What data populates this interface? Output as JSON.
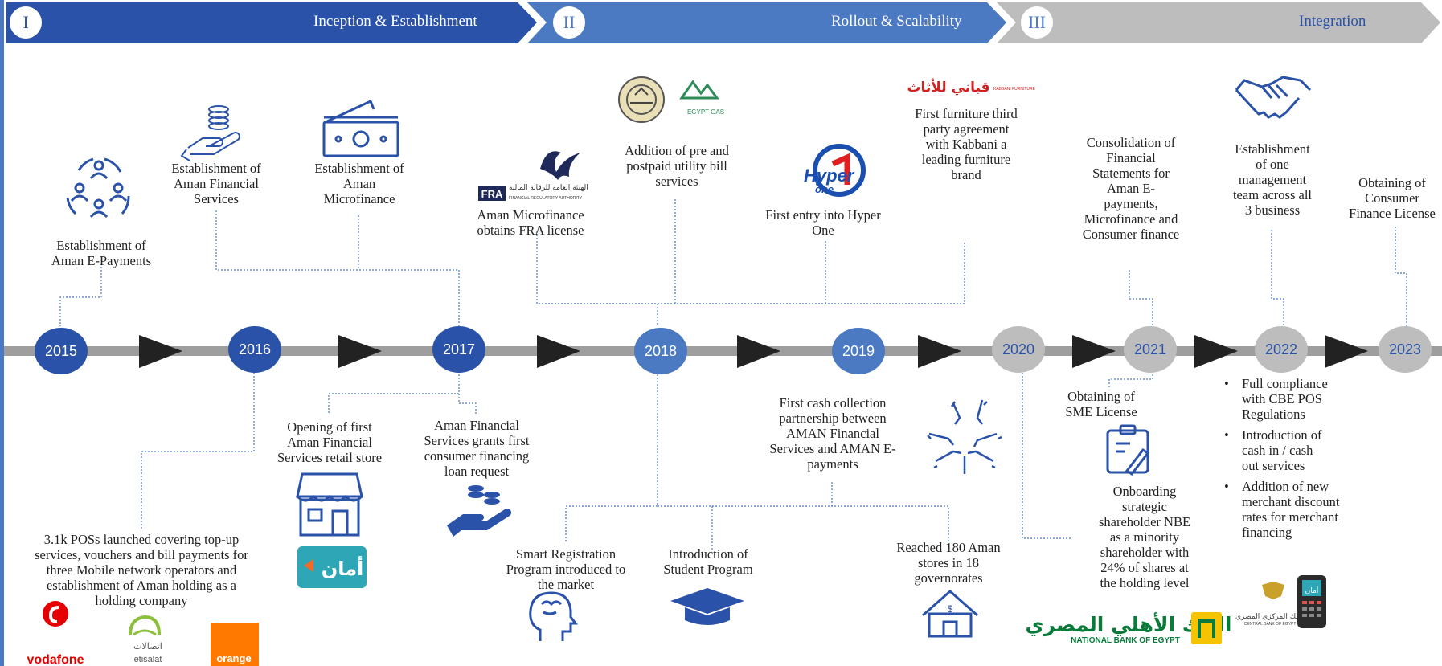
{
  "phases": [
    {
      "num": "I",
      "label": "Inception & Establishment",
      "color": "#2a52a9"
    },
    {
      "num": "II",
      "label": "Rollout & Scalability",
      "color": "#4b79c2"
    },
    {
      "num": "III",
      "label": "Integration",
      "color": "#bdbdbd"
    }
  ],
  "years": [
    "2015",
    "2016",
    "2017",
    "2018",
    "2019",
    "2020",
    "2021",
    "2022",
    "2023"
  ],
  "above": {
    "e2015": "Establishment of\nAman E-Payments",
    "e2016a": "Establishment of\nAman Financial\nServices",
    "e2016b": "Establishment of\nAman\nMicrofinance",
    "fra": "Aman Microfinance\nobtains FRA license",
    "utility": "Addition of pre and\npostpaid utility bill\nservices",
    "hyper": "First entry into Hyper\nOne",
    "kabbani": "First furniture third\nparty agreement\nwith Kabbani a\nleading furniture\nbrand",
    "consol": "Consolidation of\nFinancial\nStatements for\nAman E-\npayments,\nMicrofinance and\nConsumer  finance",
    "mgmt": "Establishment\nof one\nmanagement\nteam across  all\n3 business",
    "consumer": "Obtaining of\nConsumer\nFinance License"
  },
  "below": {
    "pos": "3.1k POSs launched covering top-up\nservices, vouchers and bill payments for\nthree Mobile network operators and\nestablishment of Aman holding  as a\nholding company",
    "store": "Opening of first\nAman Financial\nServices retail store",
    "loan": "Aman Financial\nServices grants first\nconsumer financing\nloan request",
    "smart": "Smart Registration\nProgram introduced to\nthe market",
    "student": "Introduction of\nStudent Program",
    "cash": "First cash collection\npartnership between\nAMAN Financial\nServices and AMAN  E-\npayments",
    "stores180": "Reached 180  Aman\nstores in 18\ngovernorates",
    "sme": "Obtaining of\nSME License",
    "nbe": "Onboarding\nstrategic\nshareholder NBE\nas a minority\nshareholder with\n24% of shares at\nthe holding level"
  },
  "bullets": [
    "Full compliance\nwith CBE POS\nRegulations",
    "Introduction   of\ncash   in   /   cash\nout services",
    "Addition of new\nmerchant discount\nrates for merchant\nfinancing"
  ],
  "logos": {
    "fra_abbr": "FRA",
    "fra_name": "FINANCIAL REGULATORY AUTHORITY",
    "egypt_gas": "EGYPT GAS",
    "hyper": "Hyper One",
    "kabbani": "قباني للأثاث",
    "kabbani_en": "KABBANI FURNITURE",
    "aman": "أمان",
    "vodafone": "vodafone",
    "etisalat": "etisalat",
    "orange": "orange",
    "nbe_ar": "البنك الأهلي المصري",
    "nbe_en": "NATIONAL BANK OF EGYPT",
    "cbe_ar": "البنك المركزي المصري",
    "cbe_en": "CENTRAL BANK OF EGYPT",
    "pos_aman": "أمان"
  },
  "colors": {
    "blue_dark": "#2a52a9",
    "blue_mid": "#4b79c2",
    "grey": "#bdbdbd",
    "line": "#9e9e9e",
    "accent": "#4a78c2"
  }
}
